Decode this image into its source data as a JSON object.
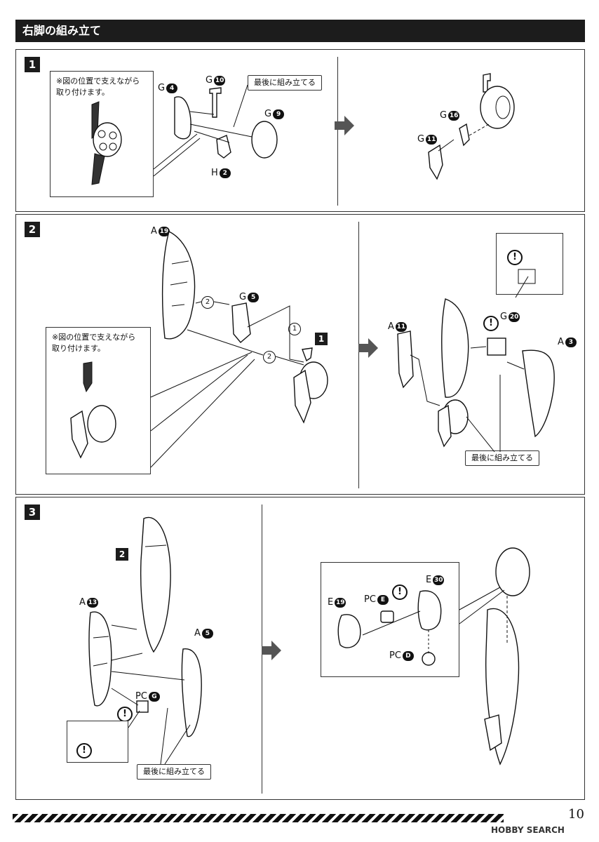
{
  "page": {
    "title": "右脚の組み立て",
    "page_number": "10",
    "watermark": "HOBBY SEARCH"
  },
  "step1": {
    "number": "1",
    "note": "※図の位置で支えながら取り付けます。",
    "callout": "最後に組み立てる",
    "labels": [
      {
        "letter": "G",
        "num": "4"
      },
      {
        "letter": "G",
        "num": "10"
      },
      {
        "letter": "G",
        "num": "9"
      },
      {
        "letter": "H",
        "num": "2"
      },
      {
        "letter": "G",
        "num": "16"
      },
      {
        "letter": "G",
        "num": "11"
      }
    ]
  },
  "step2": {
    "number": "2",
    "note": "※図の位置で支えながら取り付けます。",
    "callout": "最後に組み立てる",
    "ref": "1",
    "order1": "1",
    "order2": "2",
    "warn": "!",
    "labels": [
      {
        "letter": "A",
        "num": "19"
      },
      {
        "letter": "G",
        "num": "5"
      },
      {
        "letter": "A",
        "num": "11"
      },
      {
        "letter": "G",
        "num": "20"
      },
      {
        "letter": "A",
        "num": "3"
      }
    ]
  },
  "step3": {
    "number": "3",
    "ref": "2",
    "callout": "最後に組み立てる",
    "warn": "!",
    "labels": [
      {
        "letter": "A",
        "num": "13"
      },
      {
        "letter": "A",
        "num": "5"
      },
      {
        "letter": "PC",
        "num": "G"
      },
      {
        "letter": "E",
        "num": "19"
      },
      {
        "letter": "PC",
        "num": "E"
      },
      {
        "letter": "E",
        "num": "30"
      },
      {
        "letter": "PC",
        "num": "D"
      }
    ]
  }
}
